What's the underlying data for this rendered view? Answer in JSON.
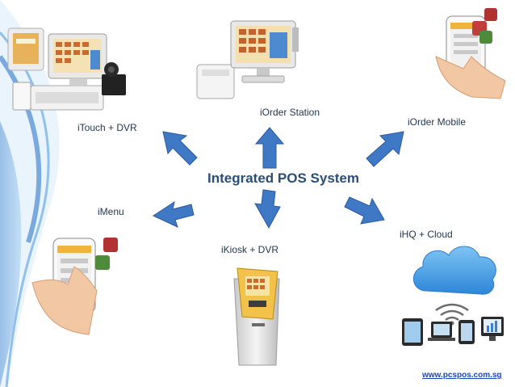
{
  "center_title": "Integrated POS System",
  "nodes": [
    {
      "id": "itouch",
      "label": "iTouch  + DVR"
    },
    {
      "id": "iorder_station",
      "label": "iOrder Station"
    },
    {
      "id": "iorder_mobile",
      "label": "iOrder Mobile"
    },
    {
      "id": "imenu",
      "label": "iMenu"
    },
    {
      "id": "ikiosk",
      "label": "iKiosk + DVR"
    },
    {
      "id": "ihq",
      "label": "iHQ + Cloud"
    }
  ],
  "footer": {
    "url": "www.pcspos.com.sg"
  },
  "colors": {
    "arrow_fill": "#3f79c5",
    "arrow_stroke": "#2a5a9c",
    "title": "#2b4e78",
    "swoosh": "#5f9fdc",
    "cloud": "#4ba6e8",
    "link": "#1a46c4"
  }
}
